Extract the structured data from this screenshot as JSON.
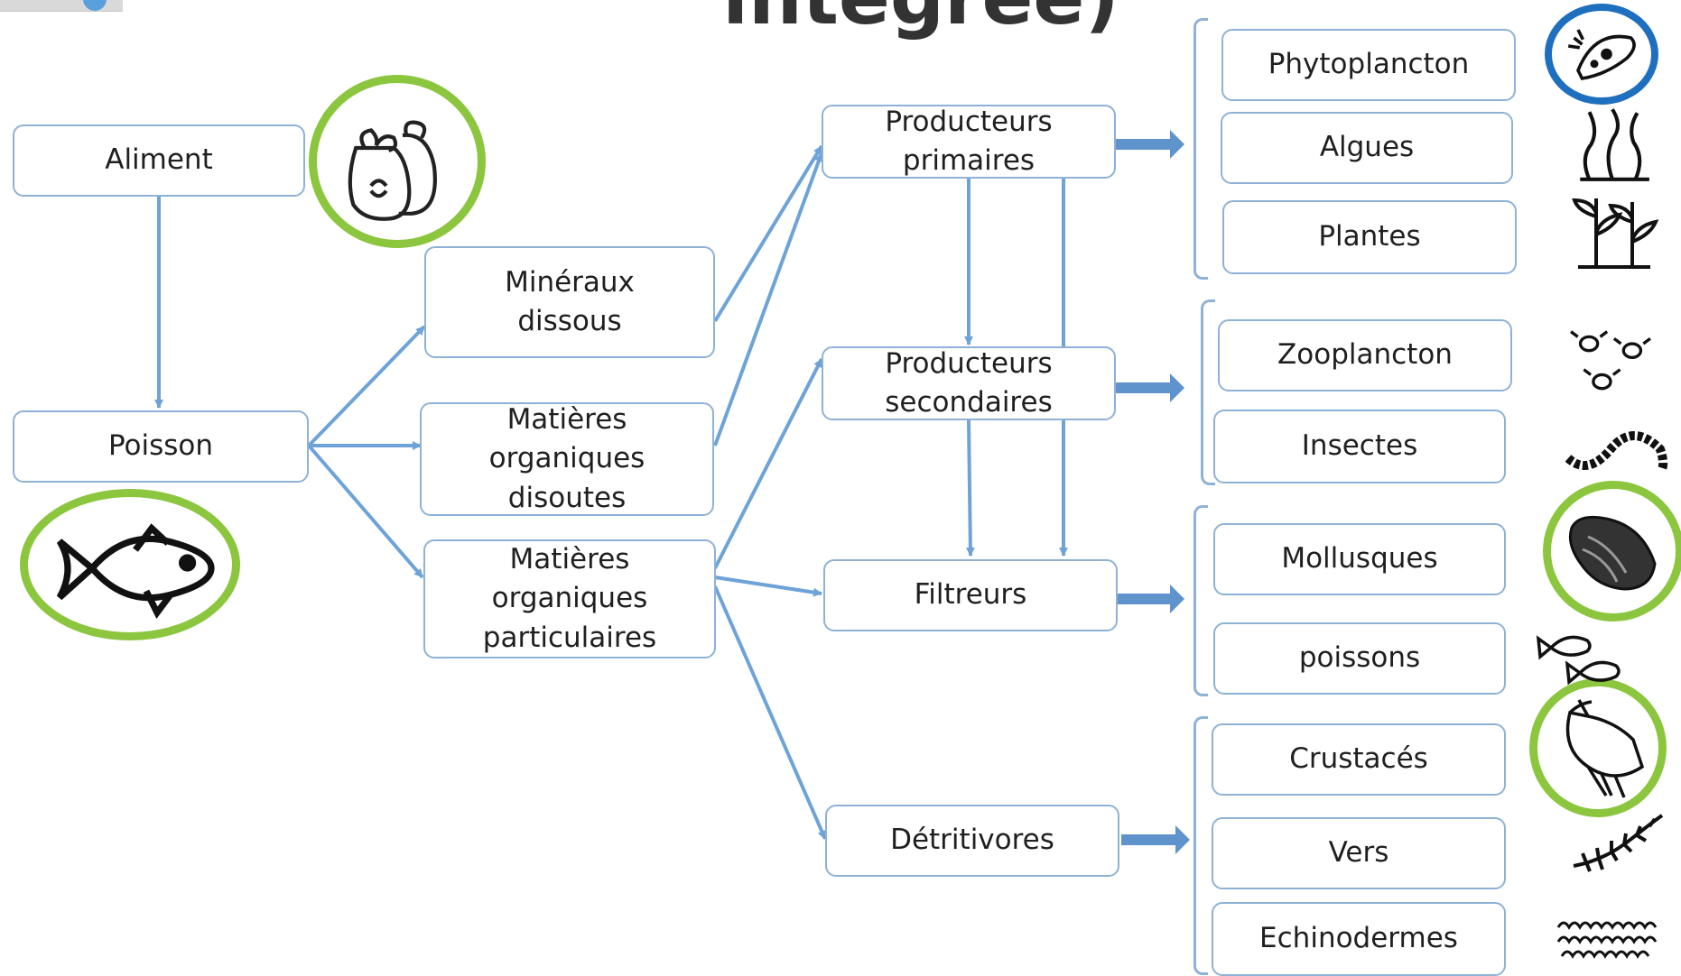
{
  "title": "intégrée)",
  "nodes": {
    "aliment": "Aliment",
    "poisson": "Poisson",
    "mineraux": "Minéraux\ndissous",
    "mod": "Matières\norganiques\ndisoutes",
    "mop": "Matières\norganiques\nparticulaires",
    "prod_primaires": "Producteurs\nprimaires",
    "prod_secondaires": "Producteurs\nsecondaires",
    "filtreurs": "Filtreurs",
    "detritivores": "Détritivores"
  },
  "groups": {
    "primaires": [
      "Phytoplancton",
      "Algues",
      "Plantes"
    ],
    "secondaires": [
      "Zooplancton",
      "Insectes"
    ],
    "filtreurs": [
      "Mollusques",
      "poissons"
    ],
    "detritivores": [
      "Crustacés",
      "Vers",
      "Echinodermes"
    ]
  },
  "icons": {
    "food_bags": "food-waste-bags-icon",
    "fish": "fish-icon",
    "phytoplankton": "phytoplankton-icon",
    "algae": "algae-icon",
    "plants": "aquatic-plant-icon",
    "zooplankton": "zooplankton-icon",
    "insect_larva": "insect-larva-icon",
    "oyster": "oyster-icon",
    "small_fish": "small-fish-icon",
    "shrimp": "shrimp-icon",
    "worm": "worm-icon",
    "echinoderms": "echinoderm-icon"
  },
  "colors": {
    "box_border": "#8eb2d6",
    "arrow": "#6ea3d8",
    "highlight_green": "#8cc63f",
    "highlight_blue": "#1f6fbf"
  }
}
